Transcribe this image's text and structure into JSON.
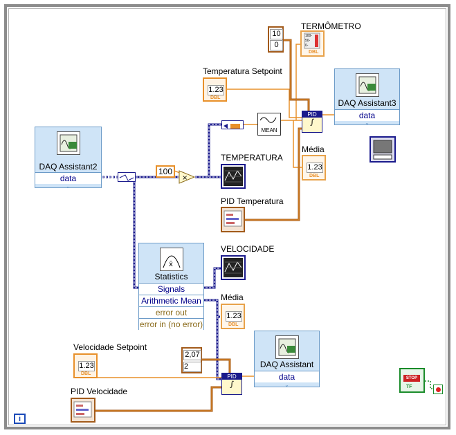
{
  "labels": {
    "termometro": "TERMÔMETRO",
    "temp_setpoint": "Temperatura Setpoint",
    "temperatura": "TEMPERATURA",
    "pid_temperatura": "PID Temperatura",
    "media_top": "Média",
    "velocidade": "VELOCIDADE",
    "media_bottom": "Média",
    "vel_setpoint": "Velocidade Setpoint",
    "pid_velocidade": "PID Velocidade"
  },
  "express_vis": {
    "daq2": {
      "title": "DAQ Assistant2",
      "output": "data"
    },
    "daq3": {
      "title": "DAQ Assistant3",
      "output": "data"
    },
    "daq": {
      "title": "DAQ Assistant",
      "output": "data"
    },
    "statistics": {
      "title": "Statistics",
      "inputs": [
        "Signals",
        "Arithmetic Mean",
        "error out",
        "error in (no error)"
      ]
    }
  },
  "constants": {
    "c100": "100",
    "range_top_hi": "10",
    "range_top_lo": "0",
    "range_bot_hi": "2,07",
    "range_bot_lo": "2"
  },
  "terminals": {
    "dbl_tag": "DBL",
    "num_display": "1.23",
    "pid_tag": "PID",
    "mean_label": "MEAN",
    "stop_label": "STOP",
    "tf_label": "TF",
    "thermo_ticks": [
      "100-",
      "50-",
      "0-"
    ]
  },
  "info_icon": "i",
  "colors": {
    "wire_dynamic": "#1a1a8c",
    "wire_numeric": "#e8902a",
    "wire_brown": "#a25a1a",
    "express_bg": "#cfe4f7",
    "stop_green": "#1a8c2a"
  }
}
